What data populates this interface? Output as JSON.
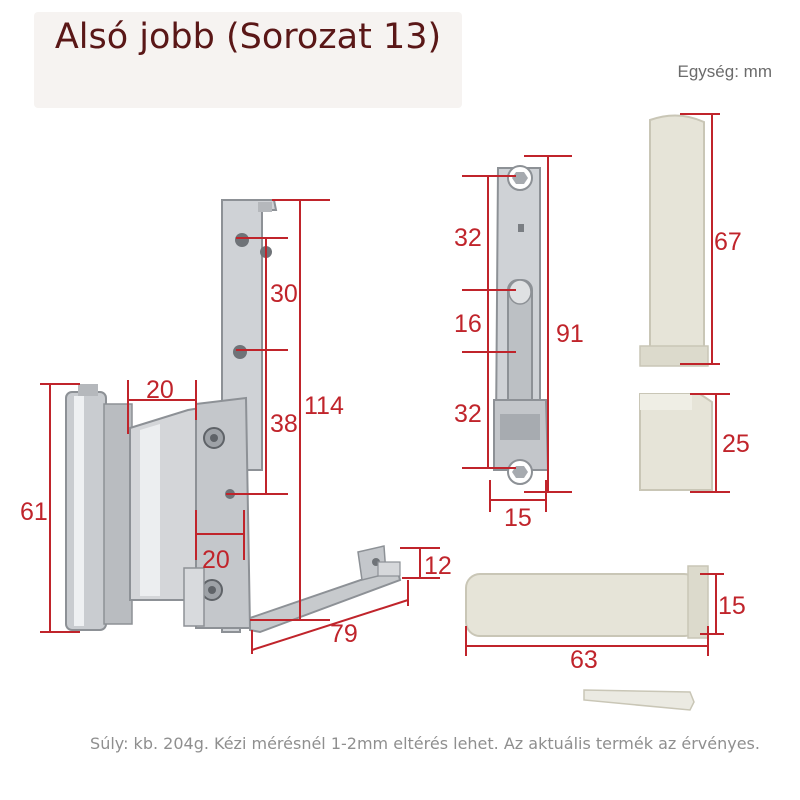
{
  "title": "Alsó jobb (Sorozat 13)",
  "unit_label": "Egység: mm",
  "footer_note": "Súly: kb. 204g. Kézi mérésnél 1-2mm eltérés lehet. Az aktuális termék az érvényes.",
  "colors": {
    "dimension": "#c0242b",
    "metal": "#c9ccd0",
    "cover": "#e6e4d8",
    "title": "#5a1717"
  },
  "dimensions": {
    "hinge_height": "61",
    "hinge_gap_top": "20",
    "hinge_gap_bottom": "20",
    "plate_hole_top": "30",
    "plate_hole_mid": "38",
    "plate_total": "114",
    "arm_length": "79",
    "arm_height": "12",
    "strap_seg_top": "32",
    "strap_seg_mid": "16",
    "strap_seg_bottom": "32",
    "strap_total": "91",
    "strap_width": "15",
    "cap_height": "67",
    "end_cap_height": "25",
    "sleeve_length": "63",
    "sleeve_diameter": "15"
  }
}
